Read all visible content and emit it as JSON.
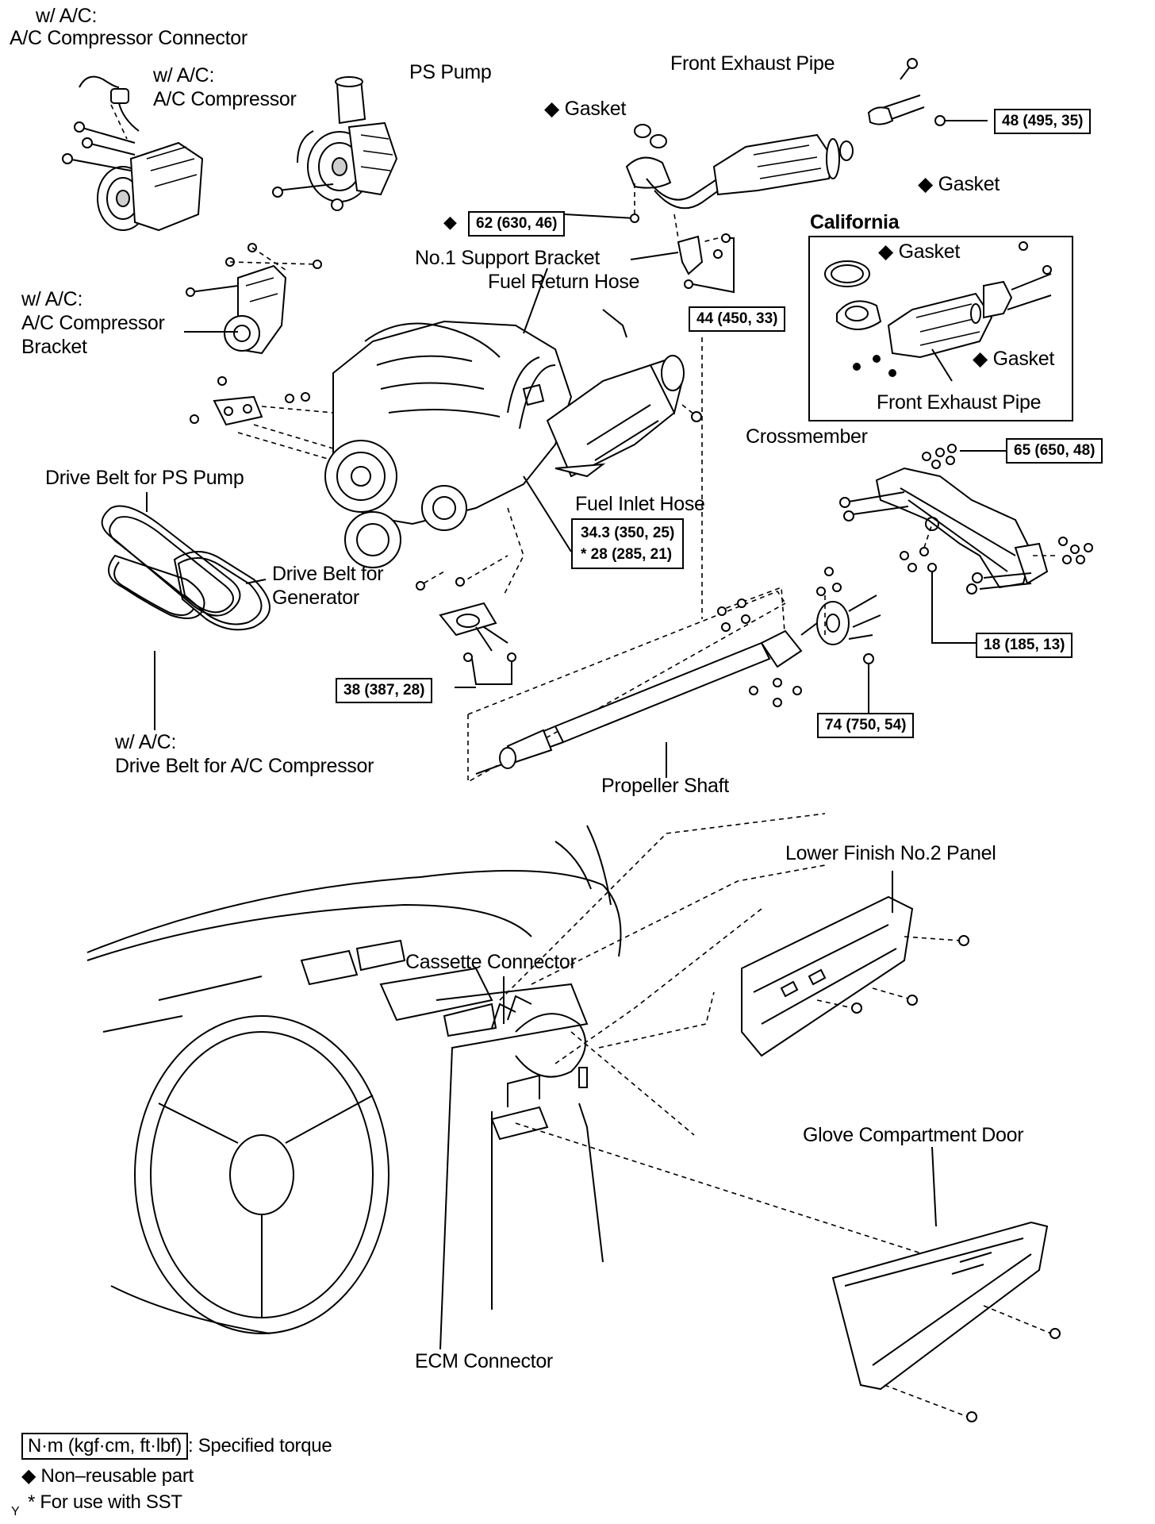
{
  "labels": {
    "ac_connector_1": "w/ A/C:",
    "ac_connector_2": "A/C Compressor Connector",
    "ac_compressor_1": "w/ A/C:",
    "ac_compressor_2": "A/C Compressor",
    "ps_pump": "PS Pump",
    "front_exhaust_pipe": "Front Exhaust Pipe",
    "gasket_upper": "Gasket",
    "gasket_right": "Gasket",
    "california": "California",
    "gasket_cal_top": "Gasket",
    "gasket_cal_right": "Gasket",
    "front_exhaust_pipe_cal": "Front Exhaust Pipe",
    "no1_support_bracket": "No.1 Support Bracket",
    "fuel_return_hose": "Fuel Return Hose",
    "ac_bracket_1": "w/ A/C:",
    "ac_bracket_2": "A/C Compressor",
    "ac_bracket_3": "Bracket",
    "crossmember": "Crossmember",
    "drive_belt_ps": "Drive Belt for PS Pump",
    "fuel_inlet_hose": "Fuel Inlet Hose",
    "drive_belt_gen_1": "Drive Belt for",
    "drive_belt_gen_2": "Generator",
    "drive_belt_ac_1": "w/ A/C:",
    "drive_belt_ac_2": "Drive Belt for A/C Compressor",
    "propeller_shaft": "Propeller Shaft",
    "lower_finish_panel": "Lower Finish No.2 Panel",
    "cassette_connector": "Cassette Connector",
    "glove_door": "Glove Compartment Door",
    "ecm_connector": "ECM Connector"
  },
  "torques": {
    "t48": "48 (495, 35)",
    "t62": "62 (630, 46)",
    "t44": "44 (450, 33)",
    "t65": "65 (650, 48)",
    "t343": "34.3 (350, 25)",
    "t28": "* 28 (285, 21)",
    "t18": "18 (185, 13)",
    "t38": "38 (387, 28)",
    "t74": "74 (750, 54)"
  },
  "symbols": {
    "diamond": "◆"
  },
  "legend": {
    "unit_box": "N·m (kgf·cm, ft·lbf)",
    "unit_desc": ": Specified torque",
    "non_reusable": "Non–reusable part",
    "sst_mark": "*",
    "sst_desc": "For use with SST",
    "corner_mark": "Y"
  }
}
